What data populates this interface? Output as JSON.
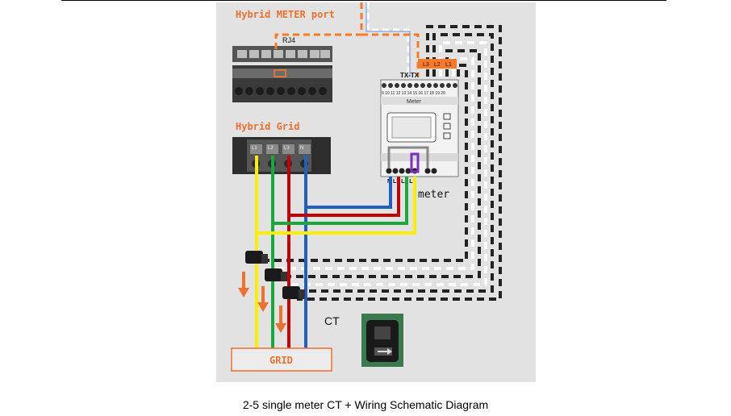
{
  "labels": {
    "meter_port": "Hybrid METER port",
    "rj4": "RJ4",
    "hybrid_grid": "Hybrid Grid",
    "txtx": "TX-TX",
    "meter_terminals_top": "9 10 11 12 13 14 15 16 17 18 19 20",
    "meter_label": "Meter",
    "ct_phase_labels": [
      "L3",
      "L2",
      "L1"
    ],
    "meter_bottom_labels": "N L3 L2 L1",
    "meter_text": "meter",
    "ct": "CT",
    "grid": "GRID",
    "grid_terminals": [
      "L1",
      "L2",
      "L3",
      "N"
    ]
  },
  "caption": "2-5 single meter CT + Wiring Schematic Diagram",
  "colors": {
    "panel_bg": "#e2e2e2",
    "label_orange": "#f07030",
    "wire_yellow": "#ffee00",
    "wire_green": "#1aa83c",
    "wire_red": "#c00000",
    "wire_blue": "#1f5fbf",
    "dashed_black": "#222222",
    "dashed_white": "#ffffff",
    "dashed_orange": "#ff7a28",
    "purple": "#7b2fbe"
  }
}
